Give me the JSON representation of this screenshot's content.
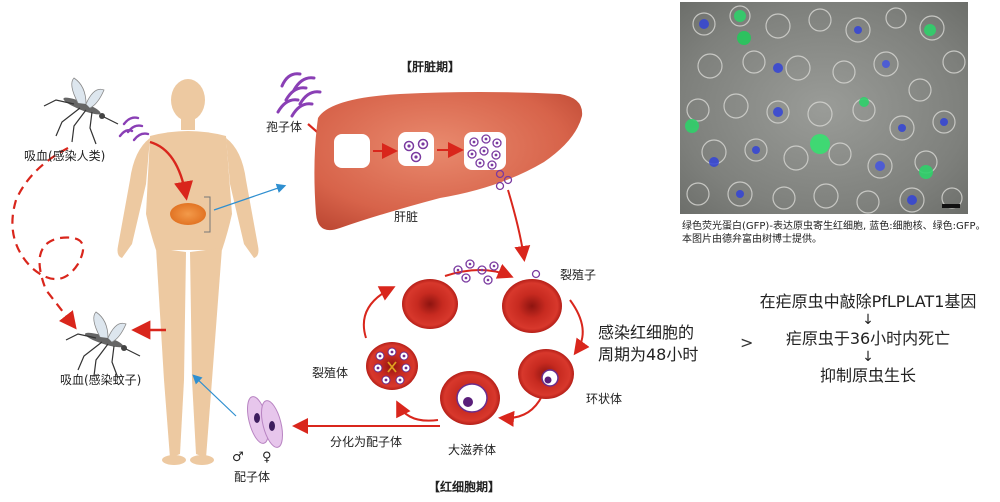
{
  "labels": {
    "liver_stage": "【肝脏期】",
    "rbc_stage": "【红细胞期】",
    "sporozoite": "孢子体",
    "liver": "肝脏",
    "merozoite": "裂殖子",
    "schizont": "裂殖体",
    "ring": "环状体",
    "trophozoite": "大滋养体",
    "differentiate": "分化为配子体",
    "gametocyte": "配子体",
    "male": "♂",
    "female": "♀",
    "blood_infect_human": "吸血(感染人类)",
    "blood_infect_mosquito": "吸血(感染蚊子)"
  },
  "caption": {
    "line1": "绿色荧光蛋白(GFP)-表达原虫寄生红细胞, 蓝色:细胞核、绿色:GFP。",
    "line2": "本图片由德弁富由树博士提供。"
  },
  "cycle": {
    "line1": "感染红细胞的",
    "line2": "周期为48小时"
  },
  "gt_symbol": ">",
  "effects": {
    "step1": "在疟原虫中敲除PfLPLAT1基因",
    "arrow": "↓",
    "step2": "疟原虫于36小时内死亡",
    "step3": "抑制原虫生长"
  },
  "colors": {
    "red_arrow": "#d9261c",
    "blue_arrow": "#2f8fd0",
    "body": "#edc9a1",
    "liver": "#d9684f",
    "rbc": "#c8261e",
    "parasite": "#7a3aa0"
  }
}
